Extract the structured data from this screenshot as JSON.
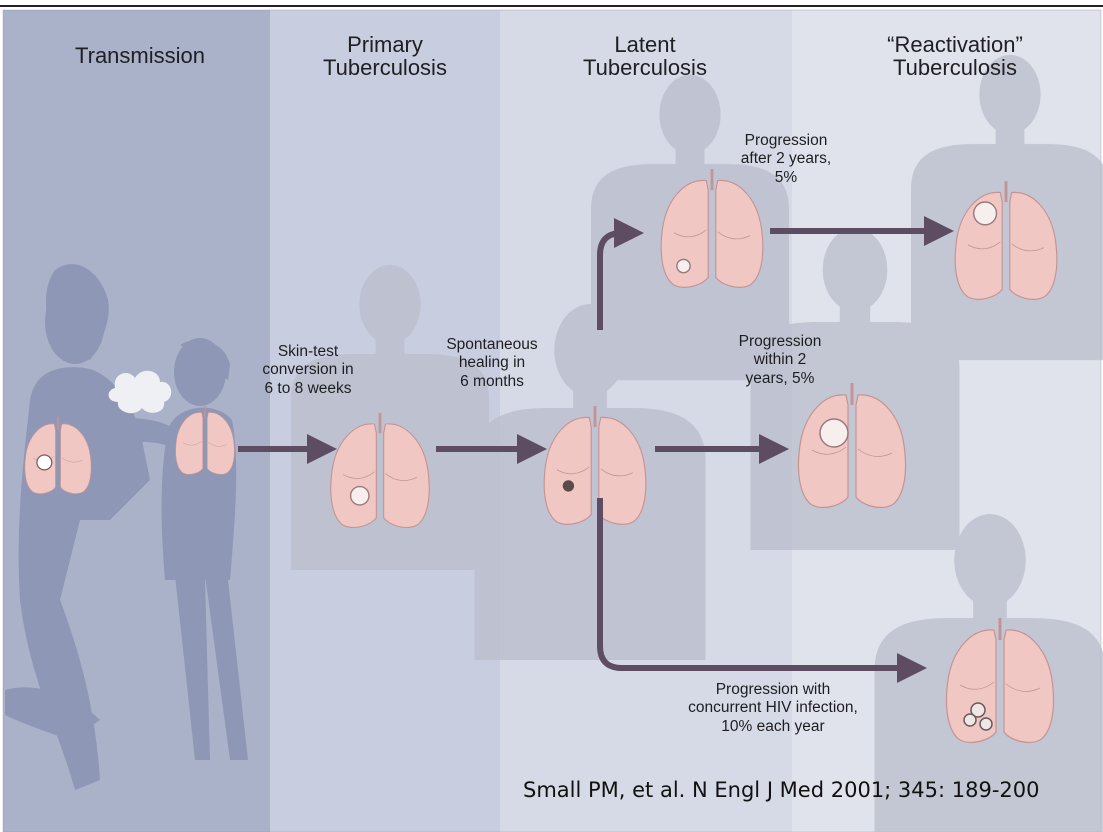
{
  "headers": {
    "transmission": "Transmission",
    "primary": [
      "Primary",
      "Tuberculosis"
    ],
    "latent": [
      "Latent",
      "Tuberculosis"
    ],
    "reactivation": [
      "“Reactivation”",
      "Tuberculosis"
    ]
  },
  "labels": {
    "skin_test": [
      "Skin-test",
      "conversion in",
      "6 to 8 weeks"
    ],
    "healing": [
      "Spontaneous",
      "healing in",
      "6 months"
    ],
    "after_2_years": [
      "Progression",
      "after 2 years,",
      "5%"
    ],
    "within_2_years": [
      "Progression",
      "within 2",
      "years, 5%"
    ],
    "hiv": [
      "Progression with",
      "concurrent HIV infection,",
      "10% each year"
    ]
  },
  "citation": "Small PM, et al. N Engl J Med 2001; 345: 189-200",
  "colors": {
    "panel_transmission": "#a9b2c9",
    "panel_primary": "#c9cde0",
    "panel_latent": "#d6d9e6",
    "panel_reactivation": "#e1e3ec",
    "silhouette": "#b9bccb",
    "lung": "#f0c7c3",
    "lung_outline": "#c49494",
    "arrow": "#5e4d62",
    "figure": "#8e97b5"
  }
}
